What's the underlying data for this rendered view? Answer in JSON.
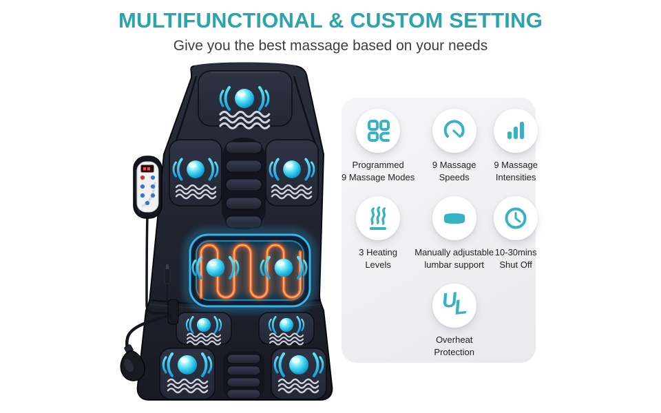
{
  "header": {
    "title": "MULTIFUNCTIONAL & CUSTOM SETTING",
    "subtitle": "Give you the best massage based on your needs"
  },
  "features": [
    {
      "name": "programmed-modes",
      "icon": "modes-grid-icon",
      "line1": "Programmed",
      "line2": "9 Massage Modes"
    },
    {
      "name": "massage-speeds",
      "icon": "speedometer-icon",
      "line1": "9 Massage",
      "line2": "Speeds"
    },
    {
      "name": "massage-intensities",
      "icon": "intensity-bars-icon",
      "line1": "9 Massage",
      "line2": "Intensities"
    },
    {
      "name": "heating-levels",
      "icon": "heat-waves-icon",
      "line1": "3 Heating",
      "line2": "Levels"
    },
    {
      "name": "lumbar-support",
      "icon": "lumbar-cushion-icon",
      "line1": "Manually adjustable",
      "line2": "lumbar support"
    },
    {
      "name": "auto-shutoff",
      "icon": "clock-icon",
      "line1": "10-30mins",
      "line2": "Shut Off"
    },
    {
      "name": "overheat-protection",
      "icon": "ul-certification-icon",
      "line1": "Overheat",
      "line2": "Protection"
    }
  ],
  "ul_logo": {
    "u": "U",
    "l": "L"
  },
  "colors": {
    "title_teal": "#2ba4ab",
    "icon_teal": "#35b3c4",
    "panel_background": "#f0f0f2",
    "cushion_dark": "#20242f",
    "motor_cyan": "#2fc9e8",
    "heating_orange": "#ff5b1c",
    "heating_panel_blue": "#36b5e8",
    "text_dark": "#1f1f1f"
  }
}
